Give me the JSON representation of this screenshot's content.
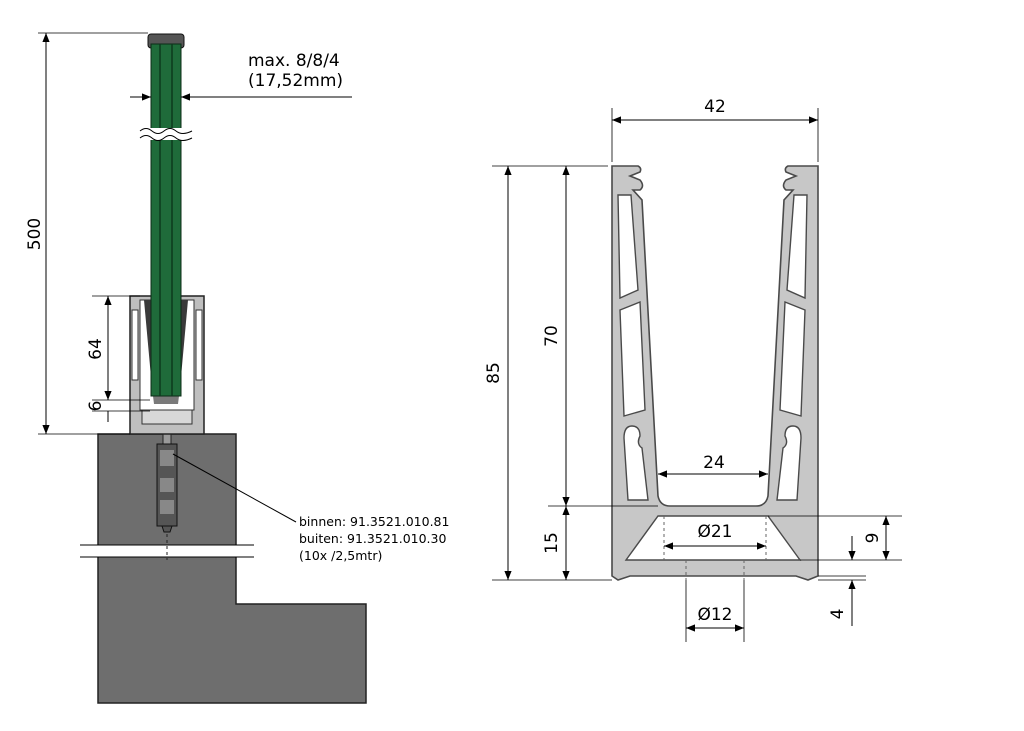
{
  "left_view": {
    "glass_label_line1": "max. 8/8/4",
    "glass_label_line2": "(17,52mm)",
    "dim_height": "500",
    "dim_insert_depth": "64",
    "dim_bottom_gap": "6",
    "anchor_note": {
      "line1": "binnen: 91.3521.010.81",
      "line2": "buiten: 91.3521.010.30",
      "line3": "(10x /2,5mtr)"
    },
    "colors": {
      "concrete": "#6e6e6e",
      "glass": "#1f6b3a",
      "profile": "#bfbfbf"
    }
  },
  "right_view": {
    "dim_top_width": "42",
    "dim_total_height": "85",
    "dim_channel_depth": "70",
    "dim_inner_width": "24",
    "dim_base_height": "15",
    "dim_hole_large": "Ø21",
    "dim_hole_small": "Ø12",
    "dim_slot": "9",
    "dim_base_plate": "4",
    "colors": {
      "profile": "#c7c7c7"
    }
  }
}
